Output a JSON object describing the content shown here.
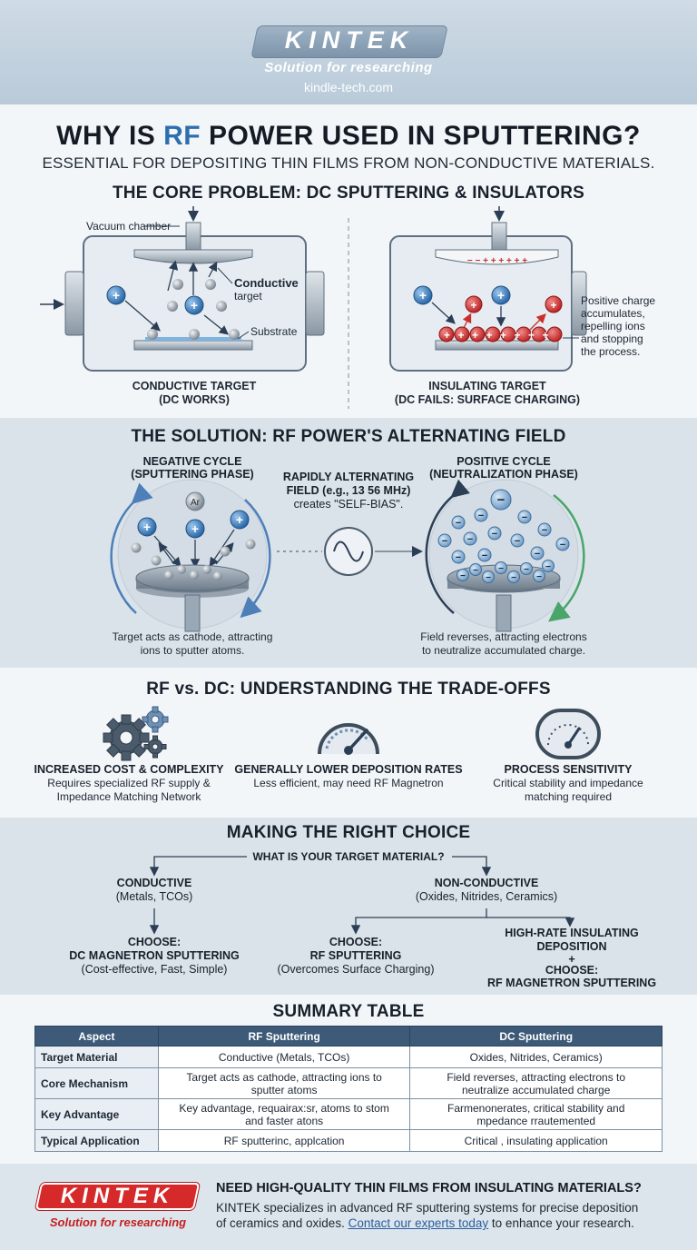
{
  "header": {
    "logo": "KINTEK",
    "tagline": "Solution for researching",
    "url": "kindle-tech.com"
  },
  "title": {
    "before": "WHY IS ",
    "highlight": "RF",
    "after": " POWER USED IN SPUTTERING?",
    "subtitle": "ESSENTIAL FOR DEPOSITING THIN FILMS FROM NON-CONDUCTIVE MATERIALS."
  },
  "problem": {
    "title": "THE CORE PROBLEM: DC SPUTTERING & INSULATORS",
    "left": {
      "chamber_label": "Vacuum chamber",
      "target_label_1": "Conductive",
      "target_label_2": "target",
      "substrate_label": "Substrate",
      "caption_1": "CONDUCTIVE TARGET",
      "caption_2": "(DC WORKS)"
    },
    "right": {
      "note_1": "Positive charge",
      "note_2": "accumulates,",
      "note_3": "repelling ions",
      "note_4": "and stopping",
      "note_5": "the process.",
      "caption_1": "INSULATING TARGET",
      "caption_2": "(DC FAILS: SURFACE CHARGING)"
    }
  },
  "solution": {
    "title": "THE SOLUTION: RF POWER'S ALTERNATING FIELD",
    "neg_title_1": "NEGATIVE CYCLE",
    "neg_title_2": "(SPUTTERING PHASE)",
    "neg_desc_1": "Target acts as cathode, attracting",
    "neg_desc_2": "ions to sputter atoms.",
    "ion_label": "Ar",
    "center_1": "RAPIDLY ALTERNATING",
    "center_2": "FIELD (e.g., 13 56 MHz)",
    "center_3": "creates \"SELF-BIAS\".",
    "pos_title_1": "POSITIVE CYCLE",
    "pos_title_2": "(NEUTRALIZATION PHASE)",
    "pos_desc_1": "Field reverses, attracting electrons",
    "pos_desc_2": "to neutralize accumulated charge."
  },
  "tradeoffs": {
    "title": "RF vs. DC: UNDERSTANDING THE TRADE-OFFS",
    "items": [
      {
        "title": "INCREASED COST & COMPLEXITY",
        "desc_1": "Requires specialized RF supply &",
        "desc_2": "Impedance Matching Network",
        "icon": "gears-icon"
      },
      {
        "title": "GENERALLY LOWER DEPOSITION RATES",
        "desc_1": "Less efficient, may need RF Magnetron",
        "desc_2": "",
        "icon": "speedometer-icon"
      },
      {
        "title": "PROCESS SENSITIVITY",
        "desc_1": "Critical stability and impedance",
        "desc_2": "matching required",
        "icon": "gauge-icon"
      }
    ]
  },
  "choice": {
    "title": "MAKING THE RIGHT CHOICE",
    "question": "WHAT IS YOUR TARGET MATERIAL?",
    "conductive": "CONDUCTIVE",
    "conductive_sub": "(Metals, TCOs)",
    "nonconductive": "NON-CONDUCTIVE",
    "nonconductive_sub": "(Oxides, Nitrides, Ceramics)",
    "dc_choose": "CHOOSE:",
    "dc_method": "DC MAGNETRON SPUTTERING",
    "dc_note": "(Cost-effective, Fast, Simple)",
    "rf_choose": "CHOOSE:",
    "rf_method": "RF SPUTTERING",
    "rf_note": "(Overcomes Surface Charging)",
    "hr_1": "HIGH-RATE INSULATING",
    "hr_2": "DEPOSITION",
    "hr_plus": "+",
    "hr_choose": "CHOOSE:",
    "hr_method": "RF MAGNETRON SPUTTERING"
  },
  "summary": {
    "title": "SUMMARY TABLE",
    "headers": [
      "Aspect",
      "RF Sputtering",
      "DC Sputtering"
    ],
    "rows": [
      {
        "aspect": "Target Material",
        "rf_1": "Conductive (Metals, TCOs)",
        "rf_2": "",
        "dc_1": "Oxides, Nitrides, Ceramics)",
        "dc_2": ""
      },
      {
        "aspect": "Core Mechanism",
        "rf_1": "Target acts as cathode, attracting ions to",
        "rf_2": "sputter atoms",
        "dc_1": "Field reverses, attracting electrons to",
        "dc_2": "neutralize accumulated charge"
      },
      {
        "aspect": "Key Advantage",
        "rf_1": "Key advantage, requairax:sr, atoms to stom",
        "rf_2": "and faster atons",
        "dc_1": "Farmenonerates, critical stability and",
        "dc_2": "mpedance rrautemented"
      },
      {
        "aspect": "Typical Application",
        "rf_1": "RF sputterinc, applcation",
        "rf_2": "",
        "dc_1": "Critical , insulating application",
        "dc_2": ""
      }
    ]
  },
  "footer": {
    "logo": "KINTEK",
    "tagline": "Solution for researching",
    "headline": "NEED HIGH-QUALITY THIN FILMS FROM INSULATING MATERIALS?",
    "body_1": "KINTEK specializes in advanced RF sputtering systems for precise deposition",
    "body_2": "of ceramics and oxides. ",
    "link": "Contact our experts today",
    "body_3": " to enhance your research."
  },
  "colors": {
    "accent_blue": "#2d6fad",
    "positive_red": "#d23b3b",
    "brand_red": "#d62a2a",
    "table_header": "#3d5a78"
  }
}
